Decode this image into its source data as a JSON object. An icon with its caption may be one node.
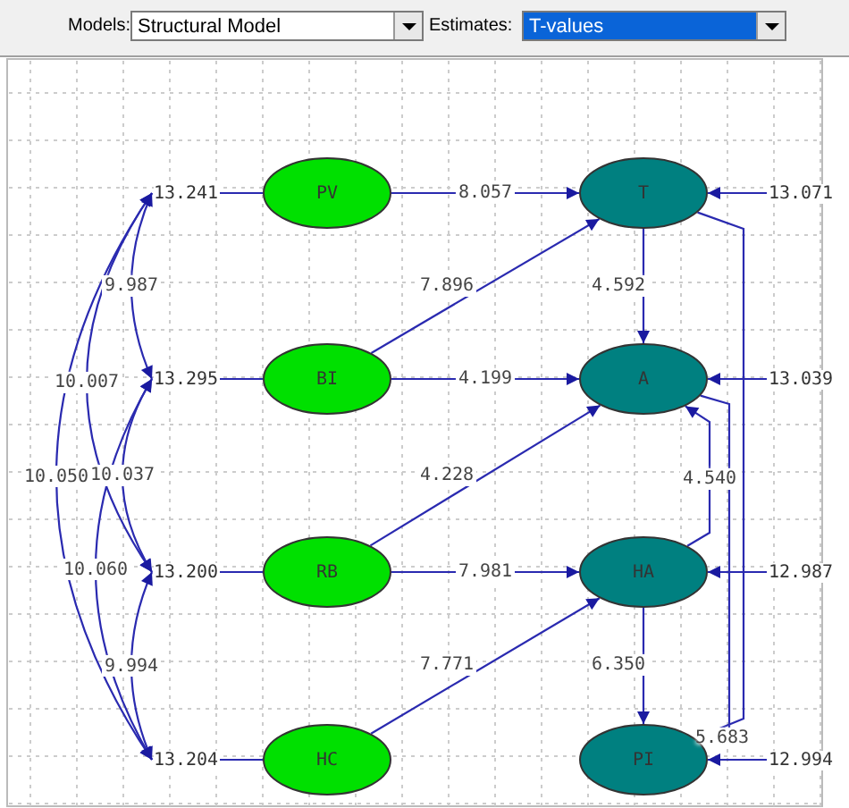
{
  "diagram": {
    "nodes": [
      {
        "text": [
          "13.241"
        ]
      },
      {
        "text": [
          "PV"
        ]
      },
      {
        "text": [
          "T"
        ]
      },
      {
        "text": [
          "13.071"
        ]
      },
      {
        "text": [
          "13.295"
        ]
      },
      {
        "text": [
          "BI"
        ]
      },
      {
        "text": [
          "A"
        ]
      },
      {
        "text": [
          "13.039"
        ]
      },
      {
        "text": [
          "13.200"
        ]
      },
      {
        "text": [
          "RB"
        ]
      },
      {
        "text": [
          "HA"
        ]
      },
      {
        "text": [
          "12.987"
        ]
      },
      {
        "text": [
          "13.204"
        ]
      },
      {
        "text": [
          "HC"
        ]
      },
      {
        "text": [
          "PI"
        ]
      },
      {
        "text": [
          "12.994"
        ]
      }
    ],
    "edges": [
      {
        "from": 0,
        "to": 1,
        "arrow": "none"
      },
      {
        "from": 4,
        "to": 5,
        "arrow": "none"
      },
      {
        "from": 8,
        "to": 9,
        "arrow": "none"
      },
      {
        "from": 12,
        "to": 13,
        "arrow": "none"
      },
      {
        "from": 0,
        "to": 4,
        "arrow": "both",
        "label": "9.987"
      },
      {
        "from": 0,
        "to": 8,
        "arrow": "both",
        "label": "10.007"
      },
      {
        "from": 0,
        "to": 12,
        "arrow": "both",
        "label": "10.050"
      },
      {
        "from": 4,
        "to": 8,
        "arrow": "both",
        "label": "10.037"
      },
      {
        "from": 4,
        "to": 12,
        "arrow": "both",
        "label": "10.060"
      },
      {
        "from": 8,
        "to": 12,
        "arrow": "both",
        "label": "9.994"
      },
      {
        "from": 1,
        "to": 2,
        "arrow": "to",
        "label": "8.057"
      },
      {
        "from": 5,
        "to": 2,
        "arrow": "to",
        "label": "7.896"
      },
      {
        "from": 5,
        "to": 6,
        "arrow": "to",
        "label": "4.199"
      },
      {
        "from": 9,
        "to": 6,
        "arrow": "to",
        "label": "4.228"
      },
      {
        "from": 9,
        "to": 10,
        "arrow": "to",
        "label": "7.981"
      },
      {
        "from": 13,
        "to": 10,
        "arrow": "to",
        "label": "7.771"
      },
      {
        "from": 2,
        "to": 6,
        "arrow": "to",
        "label": "4.592"
      },
      {
        "from": 10,
        "to": 14,
        "arrow": "to",
        "label": "6.350"
      },
      {
        "from": 10,
        "to": 6,
        "arrow": "to",
        "label": "4.540"
      },
      {
        "from": 2,
        "to": 14,
        "arrow": "to",
        "label": "5.683"
      },
      {
        "from": 6,
        "to": 14,
        "arrow": "to"
      },
      {
        "from": 3,
        "to": 2,
        "arrow": "to"
      },
      {
        "from": 7,
        "to": 6,
        "arrow": "to"
      },
      {
        "from": 11,
        "to": 10,
        "arrow": "to"
      },
      {
        "from": 15,
        "to": 14,
        "arrow": "to"
      }
    ],
    "labels": [
      "Models:",
      "Structural Model",
      "Estimates:",
      "T-values"
    ]
  }
}
